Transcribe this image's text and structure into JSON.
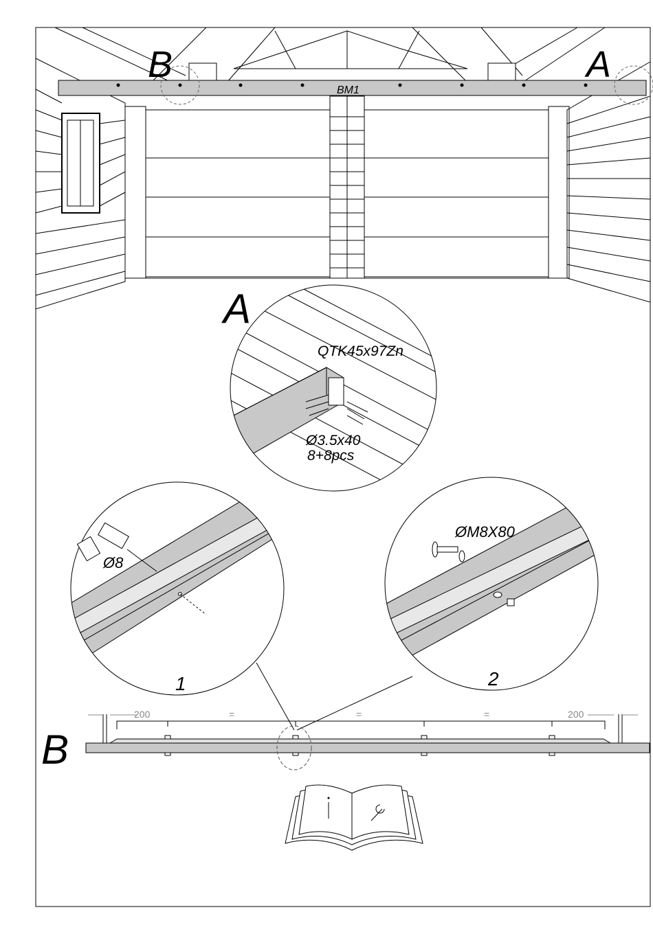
{
  "scene": {
    "callout_b": "B",
    "callout_a": "A",
    "beam_label": "BM1"
  },
  "detail_a": {
    "title": "A",
    "bracket": "QTK45x97Zn",
    "nails": "Ø3.5x40",
    "nails_qty": "8+8pcs"
  },
  "step_1": {
    "drill": "Ø8",
    "number": "1"
  },
  "step_2": {
    "bolt": "ØM8X80",
    "number": "2"
  },
  "section_b": {
    "title": "B",
    "dim_left": "200",
    "dim_mid_1": "=",
    "dim_mid_2": "=",
    "dim_mid_3": "=",
    "dim_right": "200"
  },
  "colors": {
    "beam": "#c8c8c8",
    "line": "#000000",
    "dim": "#888888"
  }
}
